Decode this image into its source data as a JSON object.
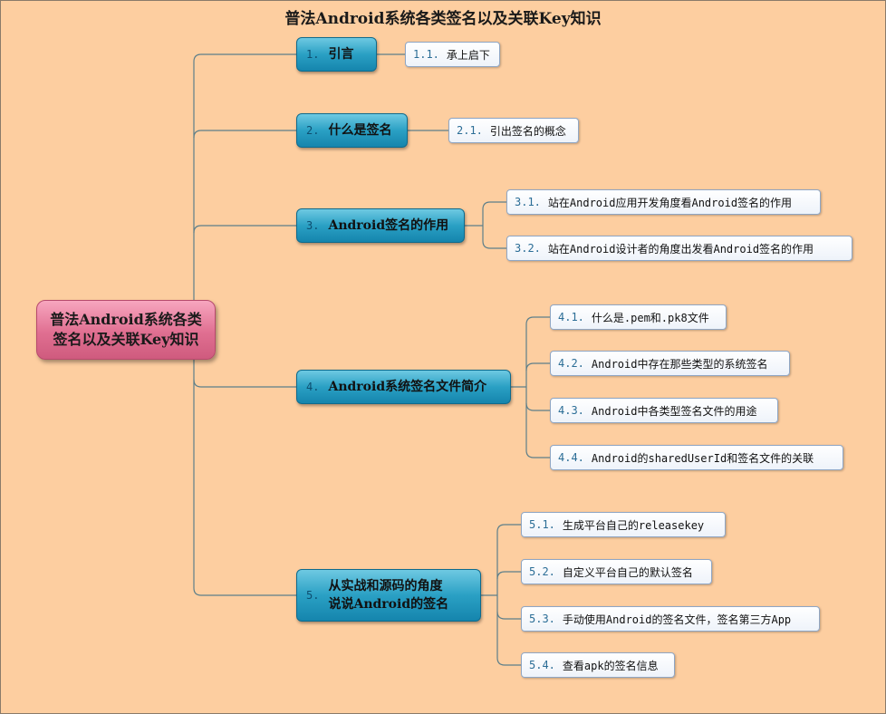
{
  "title": "普法Android系统各类签名以及关联Key知识",
  "root": "普法Android系统各类\n签名以及关联Key知识",
  "branches": [
    {
      "num": "1.",
      "label": "引言",
      "leaves": [
        {
          "num": "1.1.",
          "label": "承上启下"
        }
      ]
    },
    {
      "num": "2.",
      "label": "什么是签名",
      "leaves": [
        {
          "num": "2.1.",
          "label": "引出签名的概念"
        }
      ]
    },
    {
      "num": "3.",
      "label": "Android签名的作用",
      "leaves": [
        {
          "num": "3.1.",
          "label": "站在Android应用开发角度看Android签名的作用"
        },
        {
          "num": "3.2.",
          "label": " 站在Android设计者的角度出发看Android签名的作用"
        }
      ]
    },
    {
      "num": "4.",
      "label": "Android系统签名文件简介",
      "leaves": [
        {
          "num": "4.1.",
          "label": "什么是.pem和.pk8文件"
        },
        {
          "num": "4.2.",
          "label": "Android中存在那些类型的系统签名"
        },
        {
          "num": "4.3.",
          "label": "Android中各类型签名文件的用途"
        },
        {
          "num": "4.4.",
          "label": "Android的sharedUserId和签名文件的关联"
        }
      ]
    },
    {
      "num": "5.",
      "label": "从实战和源码的角度\n说说Android的签名",
      "leaves": [
        {
          "num": "5.1.",
          "label": "生成平台自己的releasekey"
        },
        {
          "num": "5.2.",
          "label": "自定义平台自己的默认签名"
        },
        {
          "num": "5.3.",
          "label": "手动使用Android的签名文件，签名第三方App"
        },
        {
          "num": "5.4.",
          "label": "查看apk的签名信息"
        }
      ]
    }
  ]
}
